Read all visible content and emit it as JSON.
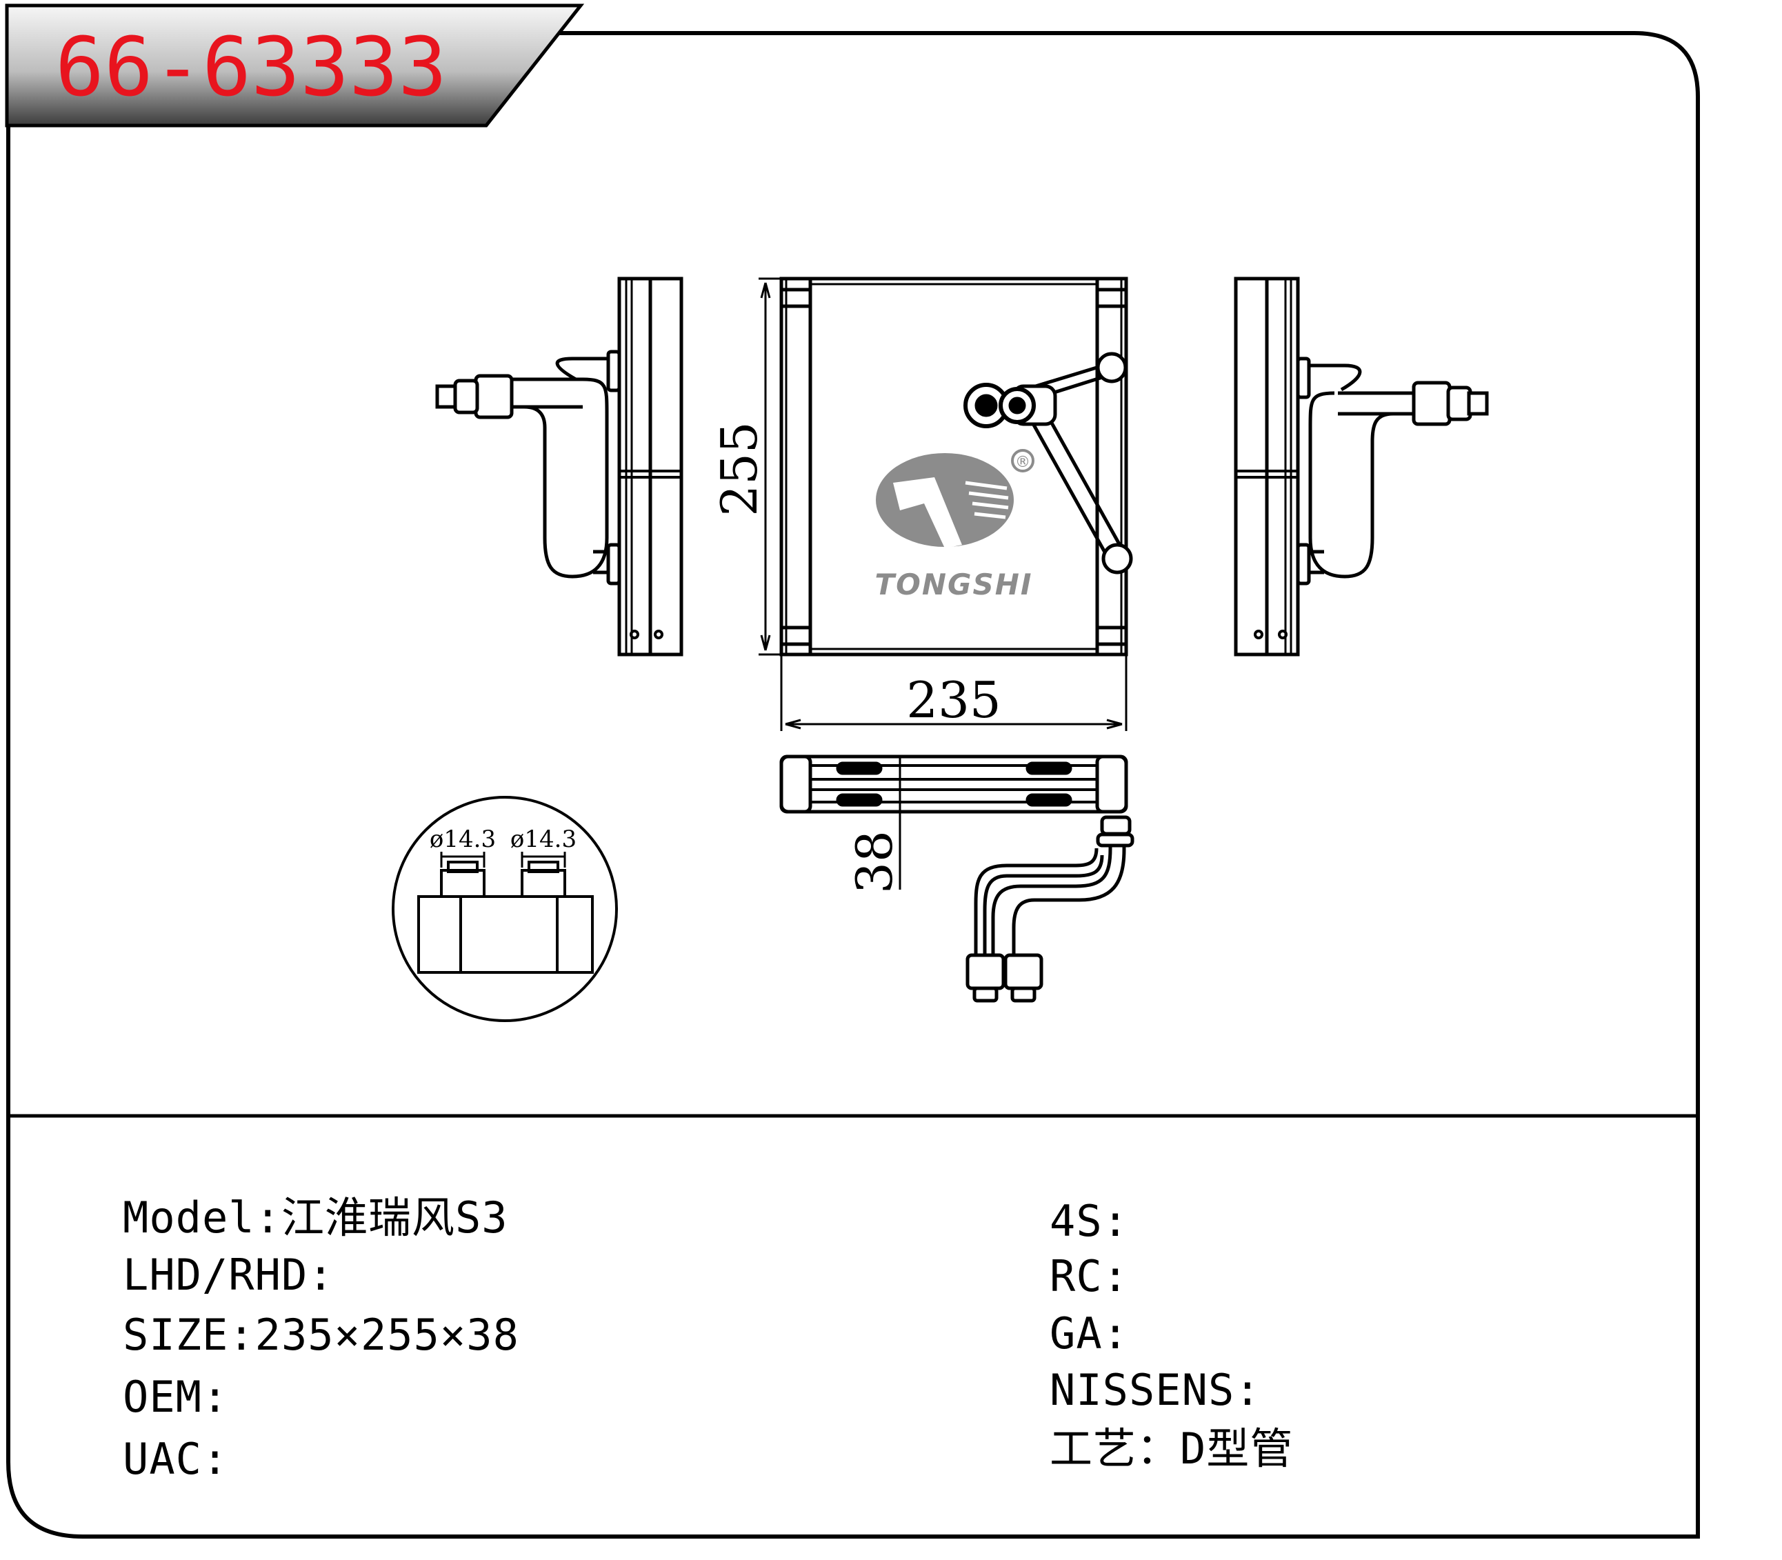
{
  "part_number": "66-63333",
  "brand": "TONGSHI",
  "registered_mark": "®",
  "dimensions": {
    "height": "255",
    "width": "235",
    "depth": "38",
    "pipe_left": "ø14.3",
    "pipe_right": "ø14.3"
  },
  "specs_left": [
    {
      "label": "Model:",
      "value": "江淮瑞风S3"
    },
    {
      "label": "LHD/RHD:",
      "value": ""
    },
    {
      "label": "SIZE:",
      "value": "235×255×38"
    },
    {
      "label": "OEM:",
      "value": ""
    },
    {
      "label": "UAC:",
      "value": ""
    }
  ],
  "specs_right": [
    {
      "label": "4S:",
      "value": ""
    },
    {
      "label": "RC:",
      "value": ""
    },
    {
      "label": "GA:",
      "value": ""
    },
    {
      "label": "NISSENS:",
      "value": ""
    },
    {
      "label": "工艺：",
      "value": "D型管"
    }
  ],
  "colors": {
    "part_number_text": "#e8141e",
    "header_gradient_start": "#444444",
    "header_gradient_end": "#f4f4f4",
    "logo_gray": "#8c8c8c",
    "line": "#000000"
  }
}
